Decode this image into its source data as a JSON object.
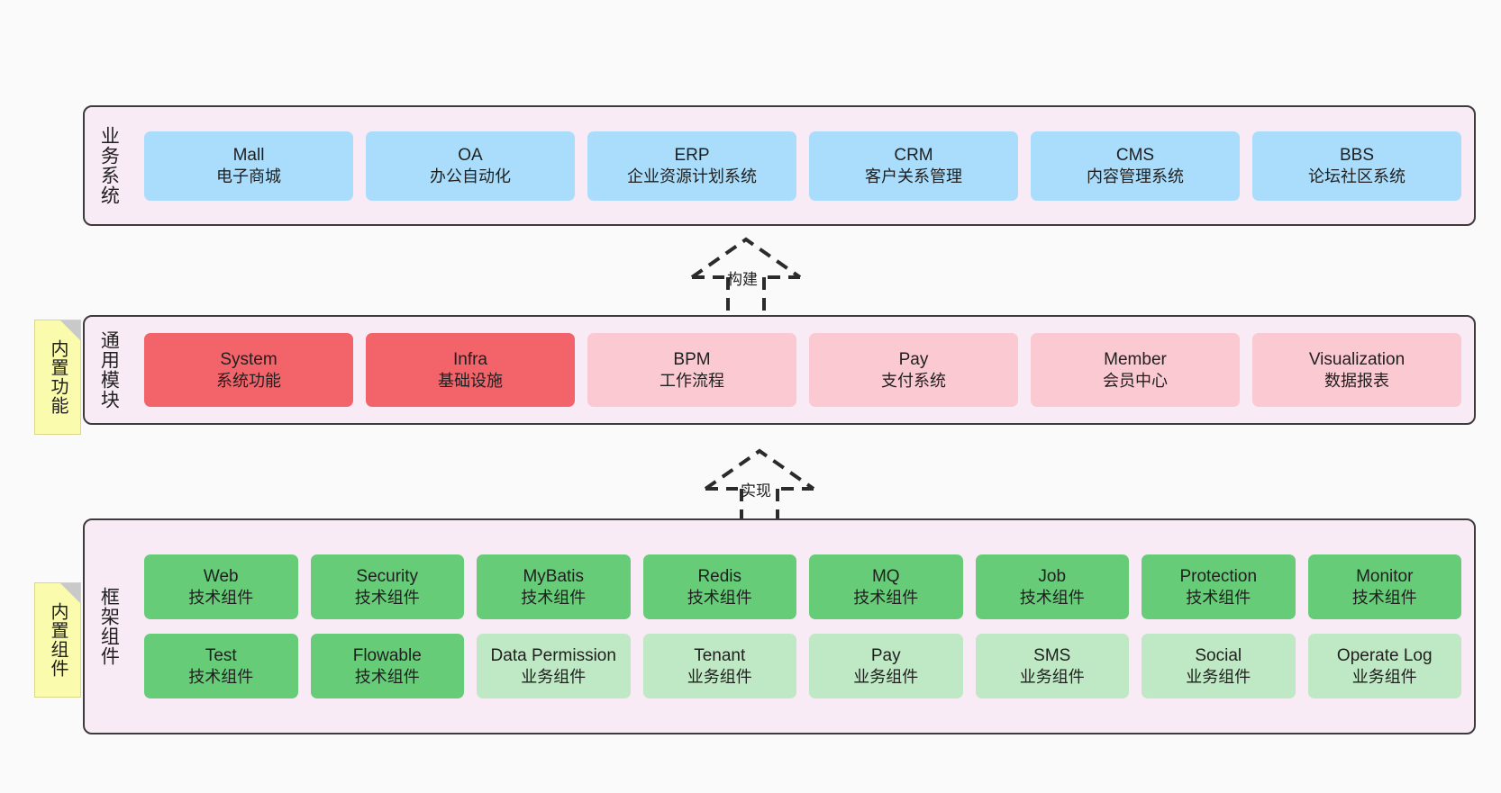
{
  "diagram": {
    "title": "Business / Module / Framework layered architecture",
    "background": "#fafafa"
  },
  "colors": {
    "layer_bg": "#f9ebf5",
    "layer_border": "#3c3c3c",
    "business_card": "#aaddfb",
    "module_core": "#f2636a",
    "module_normal": "#fbc9d1",
    "tech_component": "#66cc78",
    "biz_component": "#bfe8c4",
    "note_bg": "#fbfbad",
    "note_fold": "#c9c9c9"
  },
  "layers": {
    "business": {
      "title": "业务系统",
      "cards": [
        {
          "en": "Mall",
          "cn": "电子商城"
        },
        {
          "en": "OA",
          "cn": "办公自动化"
        },
        {
          "en": "ERP",
          "cn": "企业资源计划系统"
        },
        {
          "en": "CRM",
          "cn": "客户关系管理"
        },
        {
          "en": "CMS",
          "cn": "内容管理系统"
        },
        {
          "en": "BBS",
          "cn": "论坛社区系统"
        }
      ]
    },
    "module": {
      "title": "通用模块",
      "note": "内置功能",
      "cards": [
        {
          "en": "System",
          "cn": "系统功能",
          "variant": "red"
        },
        {
          "en": "Infra",
          "cn": "基础设施",
          "variant": "red"
        },
        {
          "en": "BPM",
          "cn": "工作流程",
          "variant": "pink"
        },
        {
          "en": "Pay",
          "cn": "支付系统",
          "variant": "pink"
        },
        {
          "en": "Member",
          "cn": "会员中心",
          "variant": "pink"
        },
        {
          "en": "Visualization",
          "cn": "数据报表",
          "variant": "pink"
        }
      ]
    },
    "framework": {
      "title": "框架组件",
      "note": "内置组件",
      "row1": [
        {
          "en": "Web",
          "cn": "技术组件",
          "variant": "green-dark"
        },
        {
          "en": "Security",
          "cn": "技术组件",
          "variant": "green-dark"
        },
        {
          "en": "MyBatis",
          "cn": "技术组件",
          "variant": "green-dark"
        },
        {
          "en": "Redis",
          "cn": "技术组件",
          "variant": "green-dark"
        },
        {
          "en": "MQ",
          "cn": "技术组件",
          "variant": "green-dark"
        },
        {
          "en": "Job",
          "cn": "技术组件",
          "variant": "green-dark"
        },
        {
          "en": "Protection",
          "cn": "技术组件",
          "variant": "green-dark"
        },
        {
          "en": "Monitor",
          "cn": "技术组件",
          "variant": "green-dark"
        }
      ],
      "row2": [
        {
          "en": "Test",
          "cn": "技术组件",
          "variant": "green-dark"
        },
        {
          "en": "Flowable",
          "cn": "技术组件",
          "variant": "green-dark"
        },
        {
          "en": "Data Permission",
          "cn": "业务组件",
          "variant": "green-light"
        },
        {
          "en": "Tenant",
          "cn": "业务组件",
          "variant": "green-light"
        },
        {
          "en": "Pay",
          "cn": "业务组件",
          "variant": "green-light"
        },
        {
          "en": "SMS",
          "cn": "业务组件",
          "variant": "green-light"
        },
        {
          "en": "Social",
          "cn": "业务组件",
          "variant": "green-light"
        },
        {
          "en": "Operate Log",
          "cn": "业务组件",
          "variant": "green-light"
        }
      ]
    }
  },
  "connectors": [
    {
      "id": "build",
      "label": "构建",
      "style": "dashed-hollow-arrow-up"
    },
    {
      "id": "implement",
      "label": "实现",
      "style": "dashed-hollow-arrow-up"
    }
  ]
}
